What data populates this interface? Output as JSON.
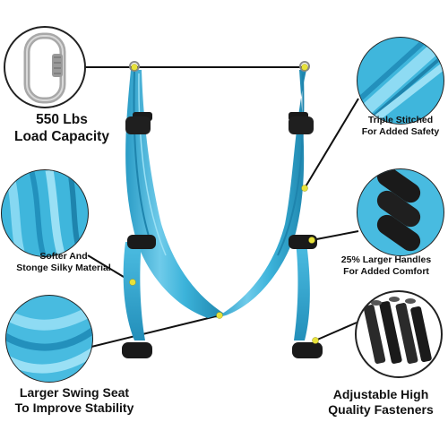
{
  "colors": {
    "fabric_main": "#3fb6dc",
    "fabric_light": "#7fd3ee",
    "fabric_dark": "#1e84ad",
    "handle": "#1a1a1a",
    "connector_dot": "#e8e23a",
    "line": "#111111",
    "circle_border": "#222222"
  },
  "callouts": {
    "load_capacity": {
      "line1": "550 Lbs",
      "line2": "Load Capacity",
      "icon": "carabiner-icon"
    },
    "material": {
      "line1": "Softer And",
      "line2": "Stonge Silky Material",
      "icon": "fabric-closeup-icon"
    },
    "swing_seat": {
      "line1": "Larger Swing Seat",
      "line2": "To Improve Stability",
      "icon": "fabric-seat-icon"
    },
    "stitching": {
      "line1": "Triple Stitched",
      "line2": "For Added Safety",
      "icon": "stitching-icon"
    },
    "handles": {
      "line1": "25% Larger Handles",
      "line2": "For Added Comfort",
      "icon": "foam-handles-icon"
    },
    "fasteners": {
      "line1": "Adjustable High",
      "line2": "Quality Fasteners",
      "icon": "fasteners-icon"
    }
  }
}
